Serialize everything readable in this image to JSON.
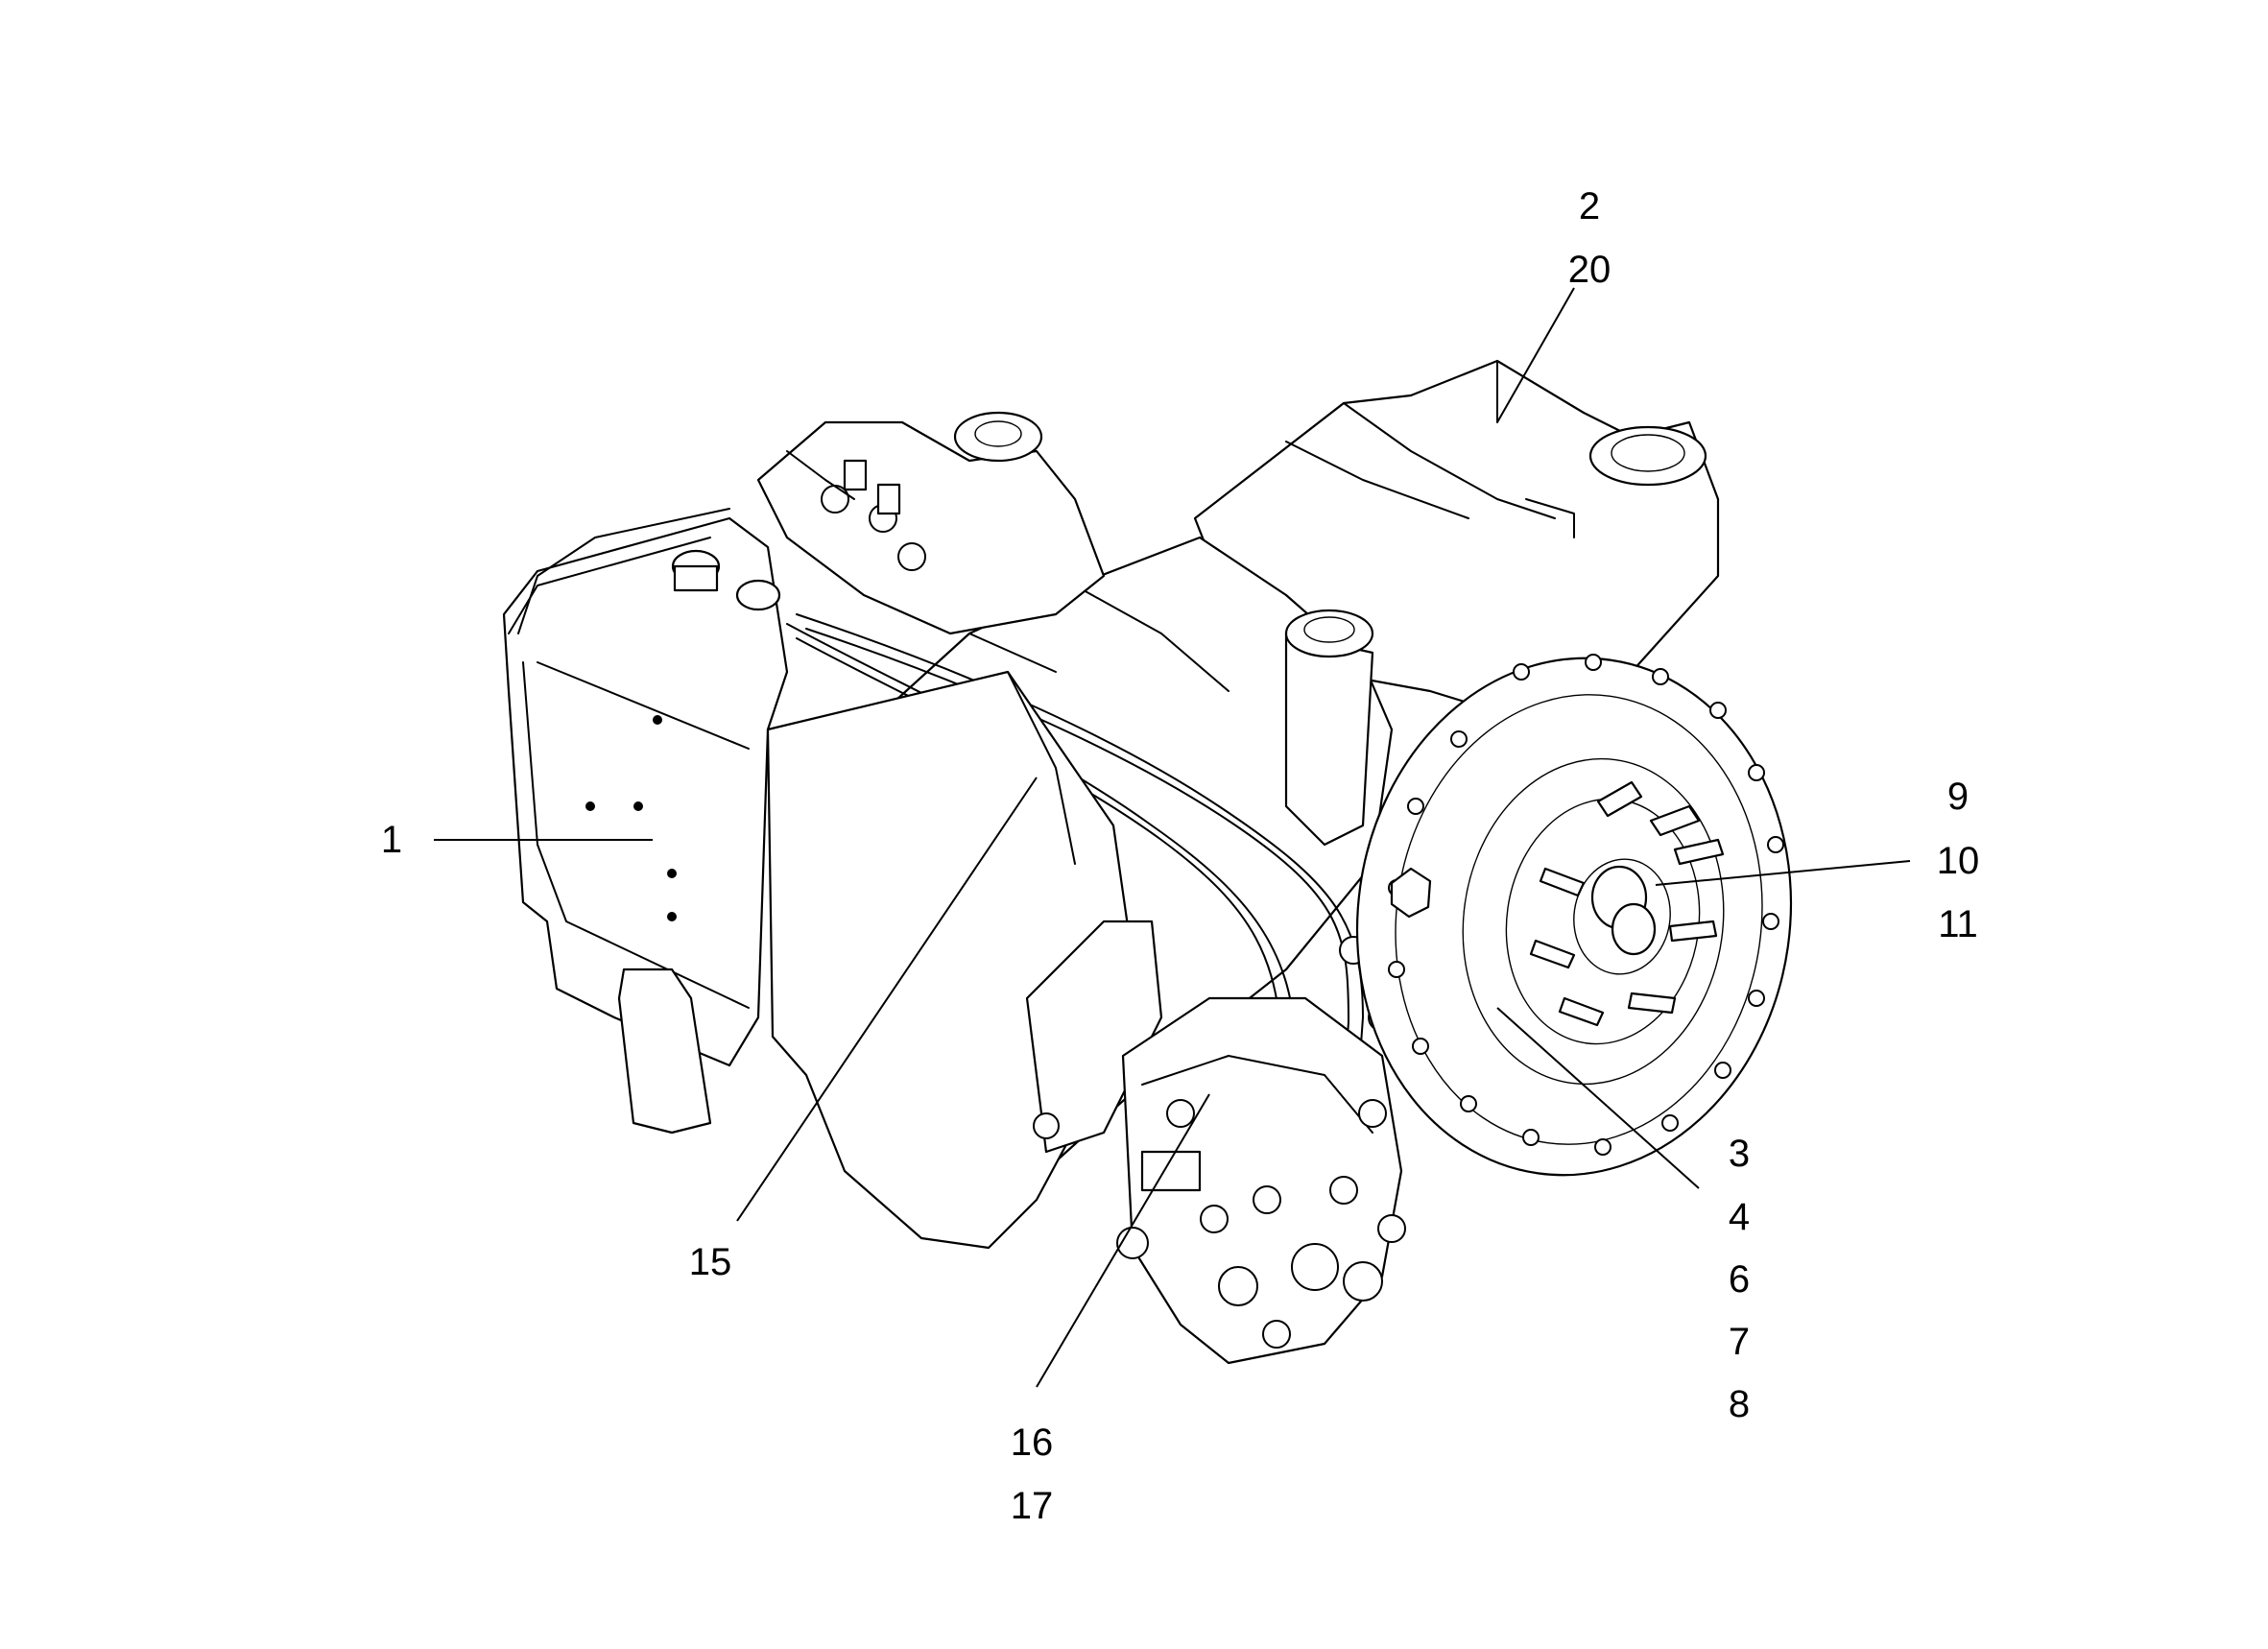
{
  "callouts": {
    "c1": "1",
    "c2": "2",
    "c20": "20",
    "c9": "9",
    "c10": "10",
    "c11": "11",
    "c3": "3",
    "c4": "4",
    "c6": "6",
    "c7": "7",
    "c8": "8",
    "c15": "15",
    "c16": "16",
    "c17": "17"
  }
}
